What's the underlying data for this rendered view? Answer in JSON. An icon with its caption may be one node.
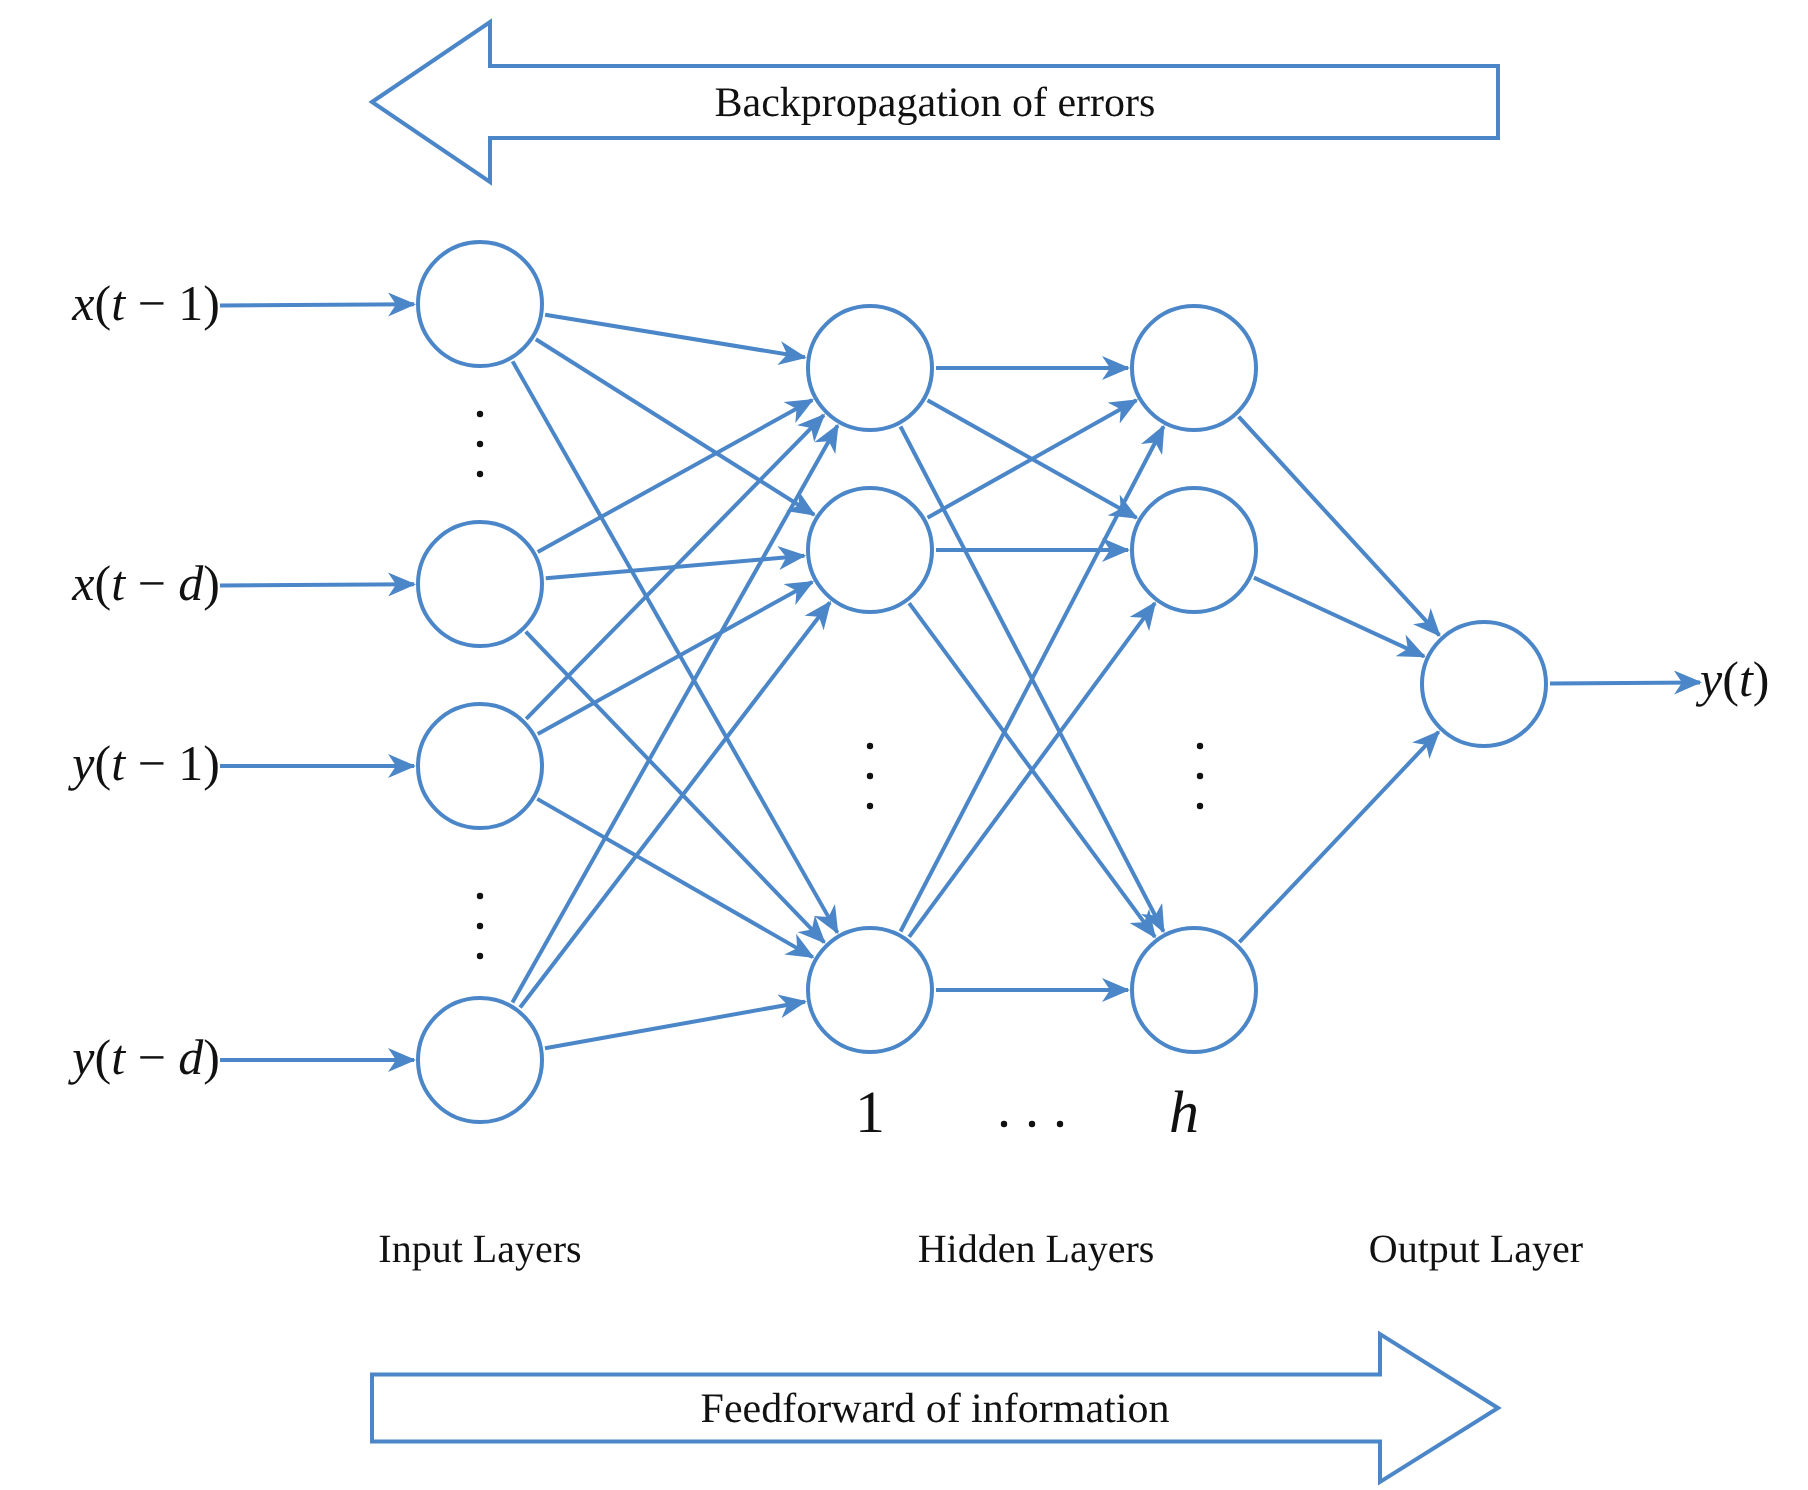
{
  "diagram": {
    "nodes": [
      {
        "text": [
          "Backpropagation of errors"
        ]
      },
      {
        "text": [
          "*x*(*t* − 1)"
        ]
      },
      {
        "text": [],
        "shape": "circle"
      },
      {
        "text": [
          "*x*(*t* − *d*)"
        ]
      },
      {
        "text": [],
        "shape": "circle"
      },
      {
        "text": [
          "*y*(*t* − 1)"
        ]
      },
      {
        "text": [],
        "shape": "circle"
      },
      {
        "text": [
          "*y*(*t* − *d*)"
        ]
      },
      {
        "text": [],
        "shape": "circle"
      },
      {
        "text": [],
        "shape": "circle"
      },
      {
        "text": [],
        "shape": "circle"
      },
      {
        "text": [],
        "shape": "circle"
      },
      {
        "text": [],
        "shape": "circle"
      },
      {
        "text": [],
        "shape": "circle"
      },
      {
        "text": [],
        "shape": "circle"
      },
      {
        "text": [],
        "shape": "circle"
      },
      {
        "text": [
          "*y*(*t*)"
        ]
      },
      {
        "text": [
          "Feedforward of information"
        ]
      }
    ],
    "edges": [
      {
        "from": 1,
        "to": 2,
        "arrow": "to"
      },
      {
        "from": 3,
        "to": 4,
        "arrow": "to"
      },
      {
        "from": 5,
        "to": 6,
        "arrow": "to"
      },
      {
        "from": 7,
        "to": 8,
        "arrow": "to"
      },
      {
        "from": 2,
        "to": 9,
        "arrow": "to"
      },
      {
        "from": 2,
        "to": 10,
        "arrow": "to"
      },
      {
        "from": 2,
        "to": 11,
        "arrow": "to"
      },
      {
        "from": 4,
        "to": 9,
        "arrow": "to"
      },
      {
        "from": 4,
        "to": 10,
        "arrow": "to"
      },
      {
        "from": 4,
        "to": 11,
        "arrow": "to"
      },
      {
        "from": 6,
        "to": 9,
        "arrow": "to"
      },
      {
        "from": 6,
        "to": 10,
        "arrow": "to"
      },
      {
        "from": 6,
        "to": 11,
        "arrow": "to"
      },
      {
        "from": 8,
        "to": 9,
        "arrow": "to"
      },
      {
        "from": 8,
        "to": 10,
        "arrow": "to"
      },
      {
        "from": 8,
        "to": 11,
        "arrow": "to"
      },
      {
        "from": 9,
        "to": 12,
        "arrow": "to"
      },
      {
        "from": 9,
        "to": 13,
        "arrow": "to"
      },
      {
        "from": 9,
        "to": 14,
        "arrow": "to"
      },
      {
        "from": 10,
        "to": 12,
        "arrow": "to"
      },
      {
        "from": 10,
        "to": 13,
        "arrow": "to"
      },
      {
        "from": 10,
        "to": 14,
        "arrow": "to"
      },
      {
        "from": 11,
        "to": 12,
        "arrow": "to"
      },
      {
        "from": 11,
        "to": 13,
        "arrow": "to"
      },
      {
        "from": 11,
        "to": 14,
        "arrow": "to"
      },
      {
        "from": 12,
        "to": 15,
        "arrow": "to"
      },
      {
        "from": 13,
        "to": 15,
        "arrow": "to"
      },
      {
        "from": 14,
        "to": 15,
        "arrow": "to"
      },
      {
        "from": 15,
        "to": 16,
        "arrow": "to"
      }
    ],
    "labels": [
      "1",
      "h",
      "Input Layers",
      "Hidden Layers",
      "Output Layer"
    ]
  }
}
